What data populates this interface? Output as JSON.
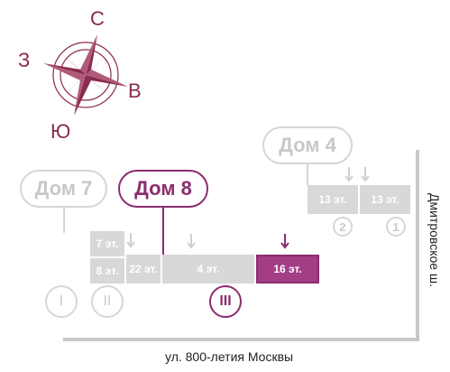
{
  "compass": {
    "north": "С",
    "west": "З",
    "east": "В",
    "south": "Ю"
  },
  "houses": [
    {
      "label": "Дом 7",
      "active": false
    },
    {
      "label": "Дом 8",
      "active": true
    },
    {
      "label": "Дом 4",
      "active": false
    }
  ],
  "blocks": [
    {
      "floors": "7 эт.",
      "active": false
    },
    {
      "floors": "8 эт.",
      "active": false
    },
    {
      "floors": "22 эт.",
      "active": false
    },
    {
      "floors": "4 эт.",
      "active": false
    },
    {
      "floors": "16 эт.",
      "active": true
    },
    {
      "floors": "13 эт.",
      "active": false
    },
    {
      "floors": "13 эт.",
      "active": false
    }
  ],
  "sections": [
    "I",
    "II",
    "III"
  ],
  "dom4_sections": [
    "2",
    "1"
  ],
  "streets": {
    "bottom": "ул. 800-летия Москвы",
    "right": "Дмитровское ш."
  },
  "colors": {
    "accent": "#8b2d6e",
    "inactive": "#d6d6d6",
    "compass": "#8a2a4f"
  }
}
